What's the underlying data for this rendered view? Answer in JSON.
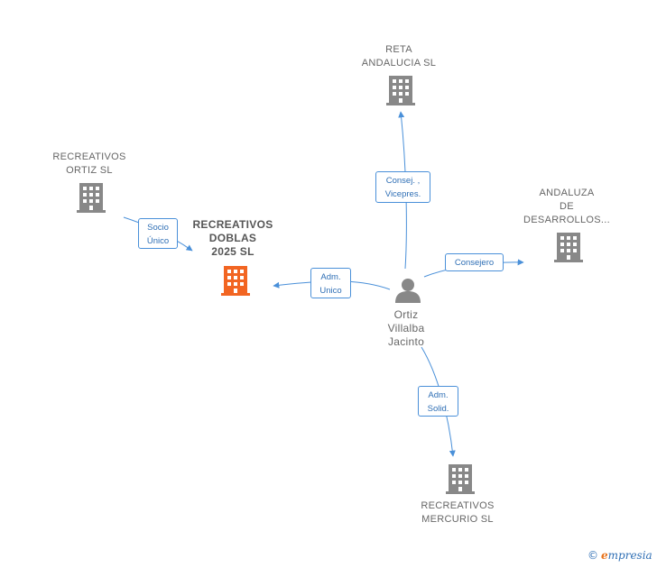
{
  "nodes": {
    "reta": {
      "label": "RETA\nANDALUCIA SL"
    },
    "recreativos_ortiz": {
      "label": "RECREATIVOS\nORTIZ  SL"
    },
    "recreativos_doblas": {
      "label": "RECREATIVOS\nDOBLAS\n2025  SL"
    },
    "andaluza": {
      "label": "ANDALUZA\nDE\nDESARROLLOS..."
    },
    "ortiz_villalba": {
      "label": "Ortiz\nVillalba\nJacinto"
    },
    "recreativos_mercurio": {
      "label": "RECREATIVOS\nMERCURIO SL"
    }
  },
  "edges": {
    "consej_vicepres": "Consej. ,\nVicepres.",
    "socio_unico": "Socio\nÚnico",
    "adm_unico": "Adm.\nUnico",
    "consejero": "Consejero",
    "adm_solid": "Adm.\nSolid."
  },
  "colors": {
    "edge": "#4a90d9",
    "building": "#888888",
    "building_main": "#f26522",
    "person": "#888888"
  },
  "icons": {
    "company": "building-icon",
    "person": "person-icon"
  },
  "brand": {
    "copyright": "©",
    "initial": "e",
    "rest": "mpresia"
  }
}
